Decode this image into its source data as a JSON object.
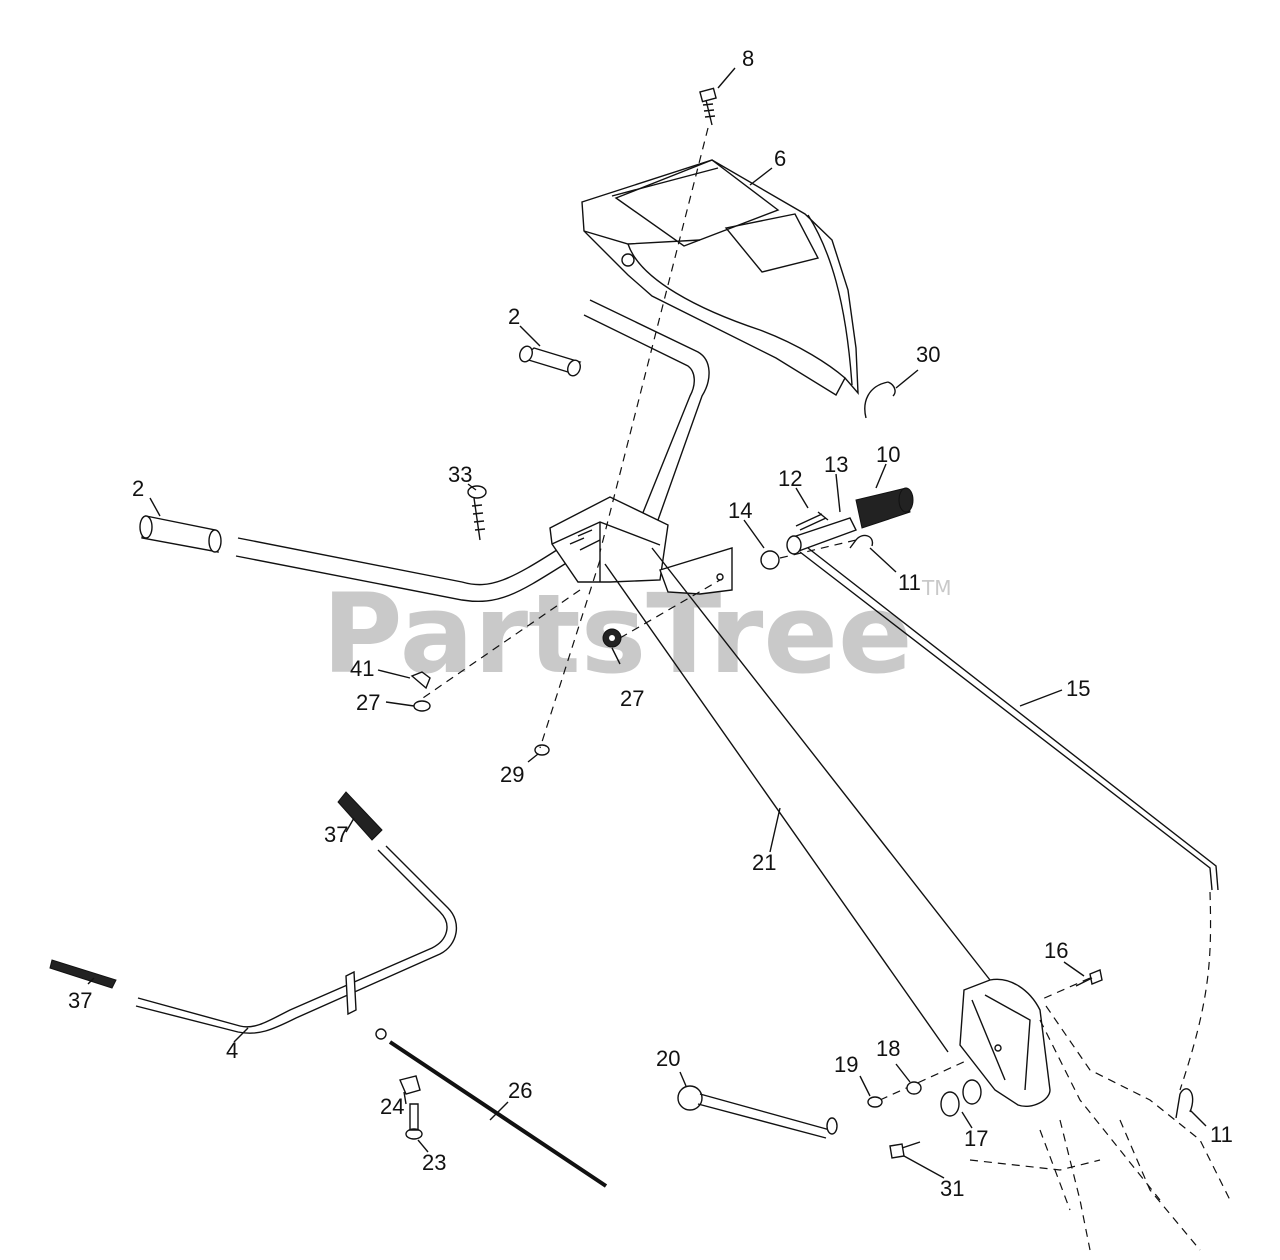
{
  "watermark": {
    "text": "PartsTree",
    "trademark": "TM"
  },
  "callouts": {
    "c8": "8",
    "c6": "6",
    "c2a": "2",
    "c30": "30",
    "c2b": "2",
    "c33": "33",
    "c10": "10",
    "c12": "12",
    "c13": "13",
    "c14": "14",
    "c11a": "11",
    "c41": "41",
    "c27a": "27",
    "c27b": "27",
    "c29": "29",
    "c15": "15",
    "c37a": "37",
    "c21": "21",
    "c37b": "37",
    "c16": "16",
    "c4": "4",
    "c20": "20",
    "c18": "18",
    "c19": "19",
    "c26": "26",
    "c24": "24",
    "c17": "17",
    "c11b": "11",
    "c23": "23",
    "c31": "31"
  }
}
